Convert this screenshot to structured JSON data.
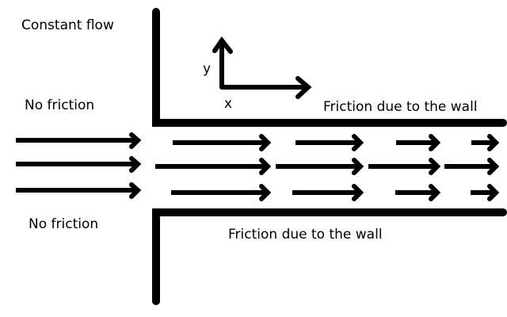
{
  "labels": {
    "constant_flow": "Constant flow",
    "no_friction_top": "No friction",
    "no_friction_bottom": "No friction",
    "friction_top": "Friction due to the wall",
    "friction_bottom": "Friction due to the wall",
    "axis_y": "y",
    "axis_x": "x"
  },
  "colors": {
    "ink": "#000000",
    "background": "#ffffff"
  },
  "flow": {
    "inlet_rows": 3,
    "channel_columns": 4,
    "channel_rows": 3
  }
}
